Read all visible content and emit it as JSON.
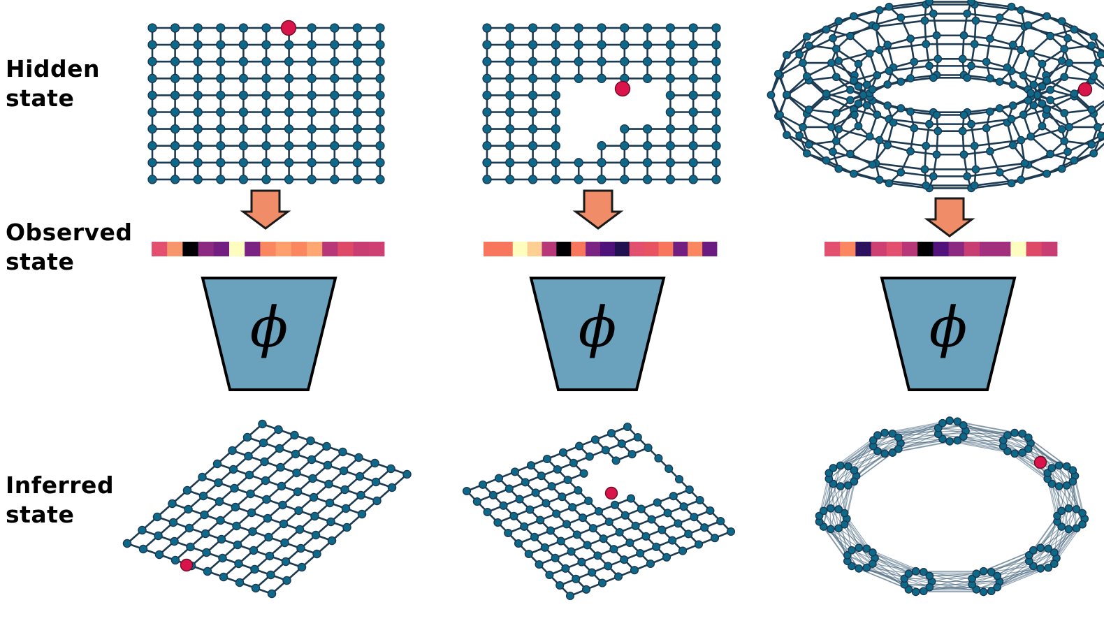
{
  "labels": {
    "hidden": "Hidden\nstate",
    "observed": "Observed\nstate",
    "inferred": "Inferred\nstate"
  },
  "encoder_symbol": "ϕ",
  "colors": {
    "node": "#0e6888",
    "edge": "#1c3a52",
    "agent": "#d8144a",
    "arrow": "#f08c68",
    "encoder": "#6aa2bd"
  },
  "panels": [
    {
      "hidden_graph": "rectangular-grid",
      "inferred_graph": "skewed-grid",
      "observation_colors": [
        "#e34f6f",
        "#f6966a",
        "#000004",
        "#8c2981",
        "#721f81",
        "#fcfdbf",
        "#7b2382",
        "#fb8761",
        "#fe9f6d",
        "#fb8761",
        "#fea772",
        "#b73779",
        "#de4968",
        "#c83e73",
        "#cd4071"
      ]
    },
    {
      "hidden_graph": "grid-with-hole",
      "inferred_graph": "skewed-grid-with-hole",
      "observation_colors": [
        "#f8765c",
        "#f8765c",
        "#fcfdbf",
        "#fecf92",
        "#b73779",
        "#000004",
        "#f8765c",
        "#7b2382",
        "#4f127b",
        "#221150",
        "#e34f6f",
        "#e85362",
        "#f8765c",
        "#721f81",
        "#fb8761",
        "#6a1c81"
      ]
    },
    {
      "hidden_graph": "torus",
      "inferred_graph": "clustered-ring",
      "observation_colors": [
        "#e34f6f",
        "#fb8761",
        "#2c115f",
        "#cd4071",
        "#e34f6f",
        "#b73779",
        "#000004",
        "#51127c",
        "#8c2981",
        "#c83e73",
        "#a3307e",
        "#a3307e",
        "#fcfdbf",
        "#de4968",
        "#c83e73"
      ]
    }
  ]
}
